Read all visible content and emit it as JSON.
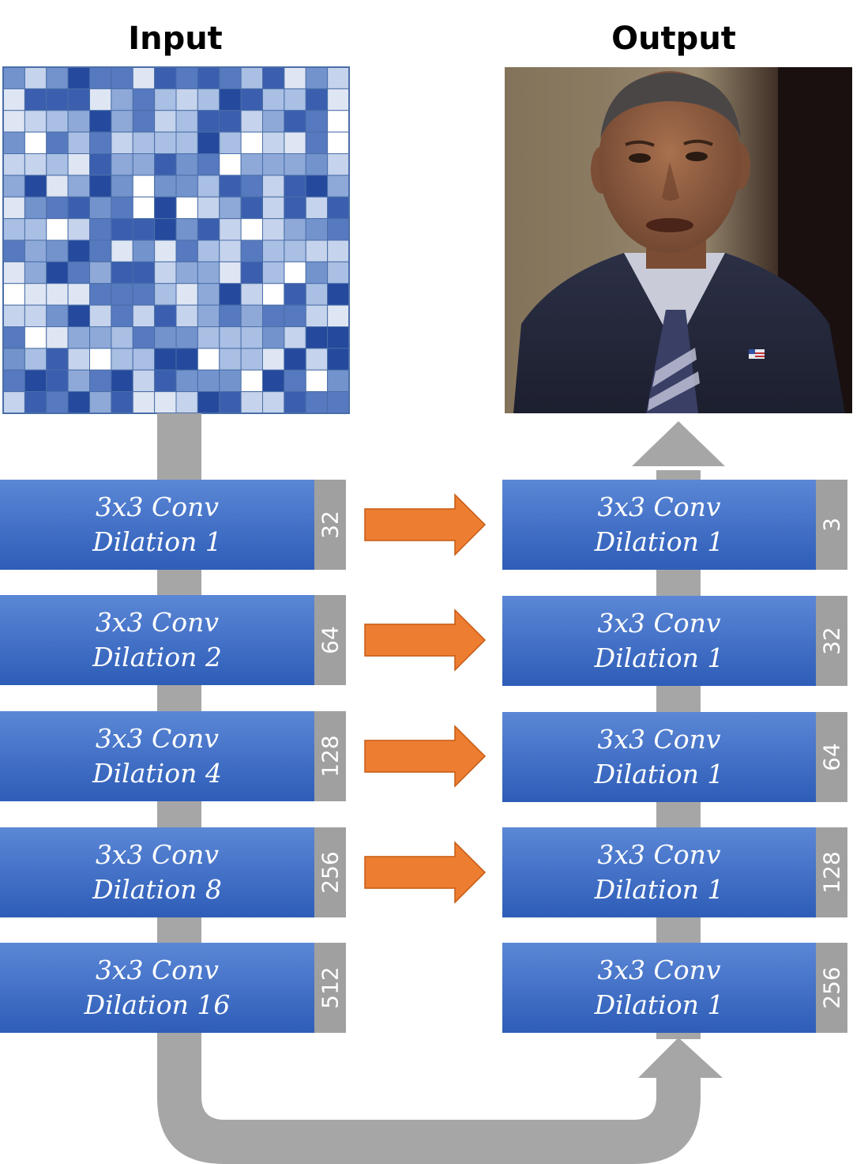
{
  "titles": {
    "input": "Input",
    "output": "Output"
  },
  "colors": {
    "block_top": "#5b87d6",
    "block_bottom": "#2e5db8",
    "channel_strip": "#a0a0a0",
    "skip_arrow": "#ed7d31",
    "flow_arrow": "#a6a6a6",
    "grid_line": "#4a6ea8"
  },
  "encoder_blocks": [
    {
      "line1": "3x3 Conv",
      "line2": "Dilation 1",
      "channels": "32"
    },
    {
      "line1": "3x3 Conv",
      "line2": "Dilation 2",
      "channels": "64"
    },
    {
      "line1": "3x3 Conv",
      "line2": "Dilation 4",
      "channels": "128"
    },
    {
      "line1": "3x3 Conv",
      "line2": "Dilation 8",
      "channels": "256"
    },
    {
      "line1": "3x3 Conv",
      "line2": "Dilation 16",
      "channels": "512"
    }
  ],
  "decoder_blocks": [
    {
      "line1": "3x3 Conv",
      "line2": "Dilation 1",
      "channels": "3"
    },
    {
      "line1": "3x3 Conv",
      "line2": "Dilation 1",
      "channels": "32"
    },
    {
      "line1": "3x3 Conv",
      "line2": "Dilation 1",
      "channels": "64"
    },
    {
      "line1": "3x3 Conv",
      "line2": "Dilation 1",
      "channels": "128"
    },
    {
      "line1": "3x3 Conv",
      "line2": "Dilation 1",
      "channels": "256"
    }
  ]
}
